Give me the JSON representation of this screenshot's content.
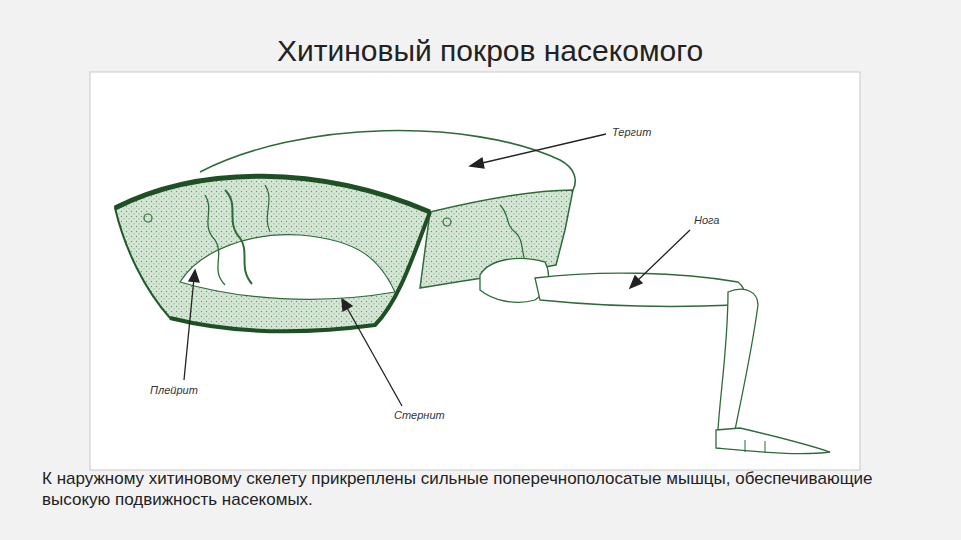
{
  "diagram": {
    "title": "Хитиновый покров насекомого",
    "caption": "К наружному хитиновому скелету прикреплены сильные поперечнополосатые мышцы, обеспечивающие высокую подвижность насекомых.",
    "labels": [
      "Тергит",
      "Нога",
      "Плейрит",
      "Стернит"
    ]
  }
}
